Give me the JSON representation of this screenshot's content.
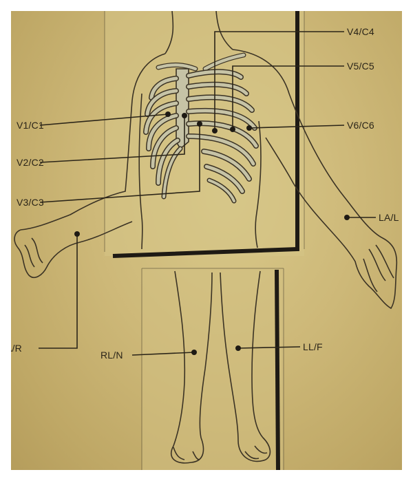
{
  "diagram": {
    "electrodes": {
      "v4": "V4/C4",
      "v5": "V5/C5",
      "v1": "V1/C1",
      "v6": "V6/C6",
      "v2": "V2/C2",
      "v3": "V3/C3",
      "la": "LA/L",
      "ra": "A/R",
      "rl": "RL/N",
      "ll": "LL/F"
    },
    "colors": {
      "background": "#c9b676",
      "line": "#3a3224",
      "bone": "#c6c3a6",
      "thick_border": "#1e1a14"
    }
  }
}
